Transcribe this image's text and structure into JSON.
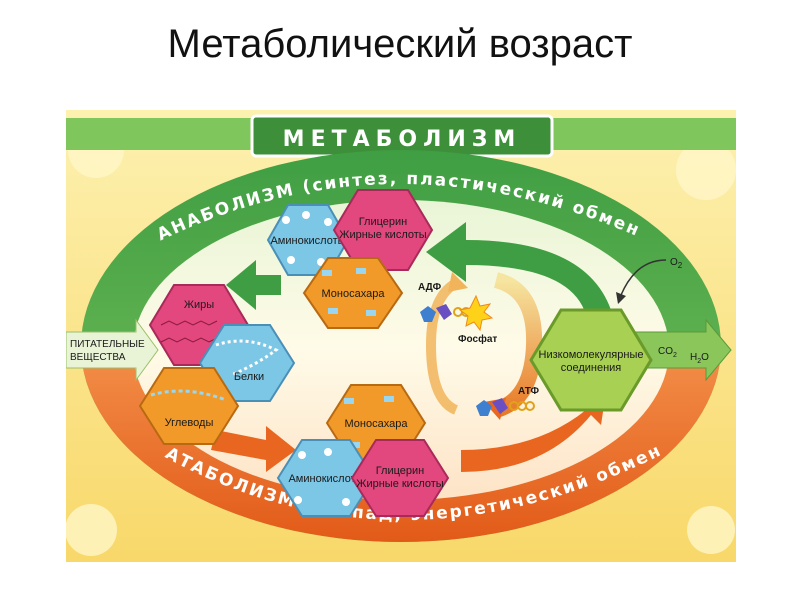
{
  "title": "Метаболический возраст",
  "diagram": {
    "banner": "МЕТАБОЛИЗМ",
    "anabolism": "АНАБОЛИЗМ (синтез, пластический обмен)",
    "catabolism": "КАТАБОЛИЗМ (распад, энергетический обмен)",
    "input_line1": "ПИТАТЕЛЬНЫЕ",
    "input_line2": "ВЕЩЕСТВА",
    "top_group": {
      "aminoacids": "Аминокислоты",
      "glycerol_l1": "Глицерин",
      "glycerol_l2": "Жирные кислоты",
      "monosaccharides": "Моносахара"
    },
    "left_group": {
      "fats": "Жиры",
      "proteins": "Белки",
      "carbohydrates": "Углеводы"
    },
    "bottom_group": {
      "monosaccharides": "Моносахара",
      "aminoacids": "Аминокислоты",
      "glycerol_l1": "Глицерин",
      "glycerol_l2": "Жирные кислоты"
    },
    "cycle": {
      "adp": "АДФ",
      "phosphate": "Фосфат",
      "atp": "АТФ"
    },
    "right": {
      "lowmol_l1": "Низкомолекулярные",
      "lowmol_l2": "соединения",
      "o2": "O",
      "o2_sub": "2",
      "co2": "CO",
      "co2_sub": "2",
      "h2o_a": "H",
      "h2o_sub": "2",
      "h2o_b": "O"
    }
  },
  "colors": {
    "green": "#4aa84a",
    "dark_green": "#2f8a3a",
    "orange": "#e8661f",
    "yellow_bg": "#fbe27a",
    "blue_hex": "#7cc6e6",
    "pink_hex": "#e2477d",
    "orange_hex": "#f19a2a",
    "lime_hex": "#a8d052"
  }
}
